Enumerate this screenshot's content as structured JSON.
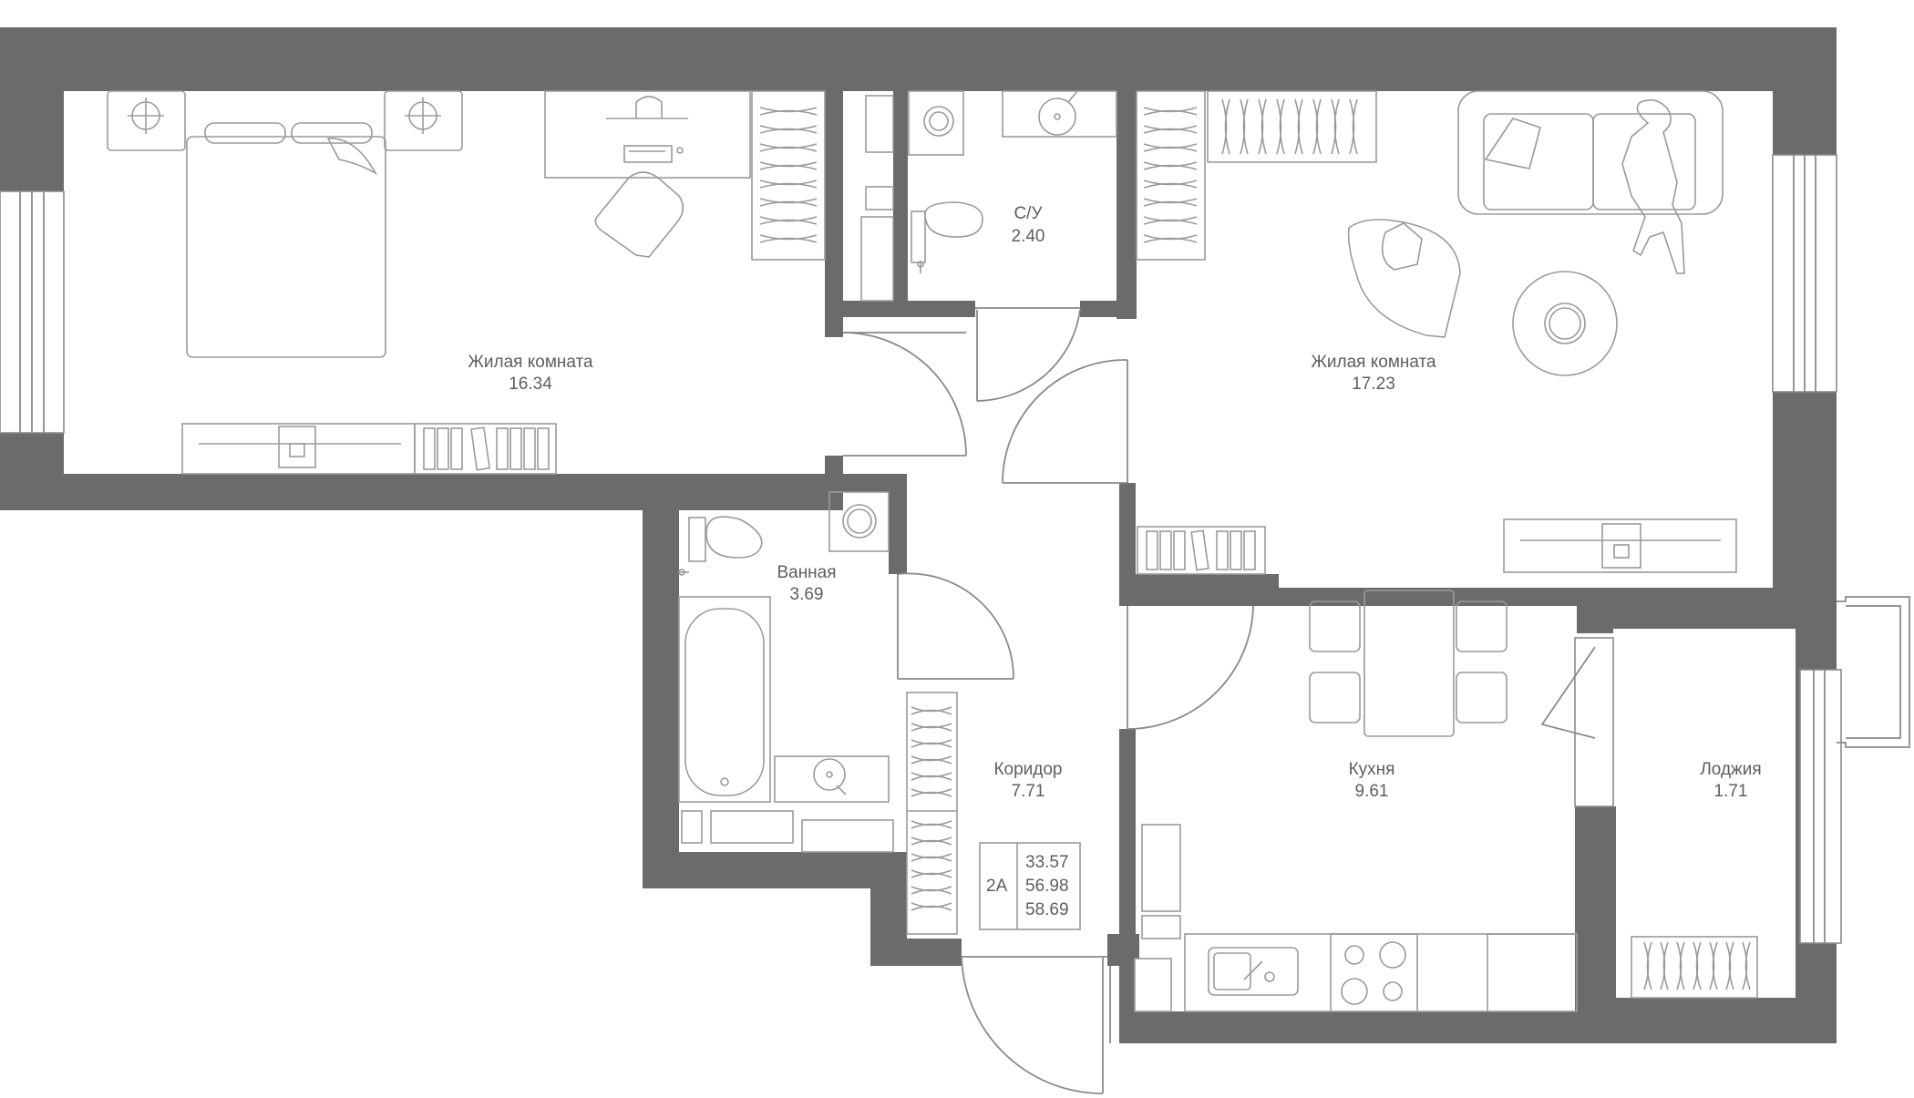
{
  "rooms": [
    {
      "id": "living1",
      "name": "Жилая комната",
      "area": "16.34"
    },
    {
      "id": "wc",
      "name": "С/У",
      "area": "2.40"
    },
    {
      "id": "living2",
      "name": "Жилая комната",
      "area": "17.23"
    },
    {
      "id": "bath",
      "name": "Ванная",
      "area": "3.69"
    },
    {
      "id": "corridor",
      "name": "Коридор",
      "area": "7.71"
    },
    {
      "id": "kitchen",
      "name": "Кухня",
      "area": "9.61"
    },
    {
      "id": "loggia",
      "name": "Лоджия",
      "area": "1.71"
    }
  ],
  "apartment": {
    "type": "2А",
    "area_living": "33.57",
    "area_total": "56.98",
    "area_with_loggia": "58.69"
  },
  "colors": {
    "wall": "#6b6b6b",
    "furniture": "#9a9a9a",
    "text": "#5e5e5e"
  }
}
